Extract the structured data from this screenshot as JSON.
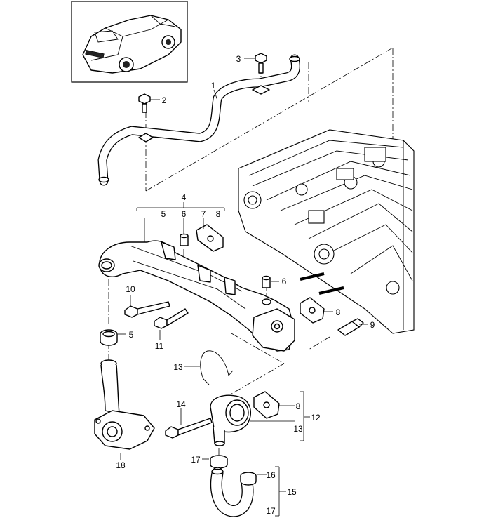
{
  "callouts": [
    {
      "id": "c1",
      "text": "1"
    },
    {
      "id": "c2",
      "text": "2"
    },
    {
      "id": "c3",
      "text": "3"
    },
    {
      "id": "c4",
      "text": "4"
    },
    {
      "id": "c5a",
      "text": "5"
    },
    {
      "id": "c6a",
      "text": "6"
    },
    {
      "id": "c7",
      "text": "7"
    },
    {
      "id": "c8a",
      "text": "8"
    },
    {
      "id": "c6b",
      "text": "6"
    },
    {
      "id": "c8b",
      "text": "8"
    },
    {
      "id": "c9",
      "text": "9"
    },
    {
      "id": "c10",
      "text": "10"
    },
    {
      "id": "c11",
      "text": "11"
    },
    {
      "id": "c5b",
      "text": "5"
    },
    {
      "id": "c13a",
      "text": "13"
    },
    {
      "id": "c14",
      "text": "14"
    },
    {
      "id": "c8c",
      "text": "8"
    },
    {
      "id": "c12",
      "text": "12"
    },
    {
      "id": "c13b",
      "text": "13"
    },
    {
      "id": "c18",
      "text": "18"
    },
    {
      "id": "c17a",
      "text": "17"
    },
    {
      "id": "c16",
      "text": "16"
    },
    {
      "id": "c15",
      "text": "15"
    },
    {
      "id": "c17b",
      "text": "17"
    }
  ]
}
